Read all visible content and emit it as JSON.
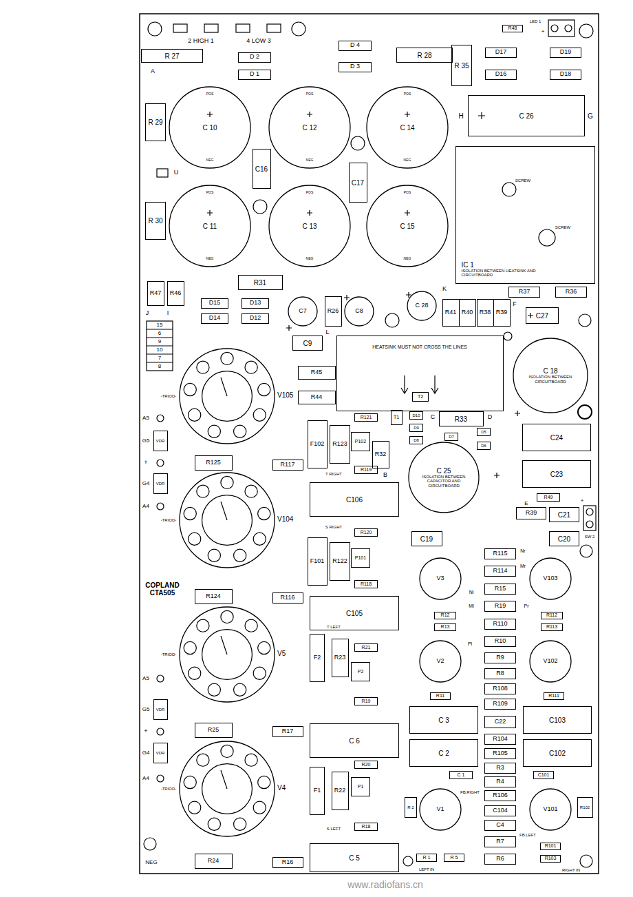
{
  "diagram": {
    "nodes": [
      {
        "text": [
          "R 27"
        ]
      },
      {
        "text": [
          "D 2"
        ]
      },
      {
        "text": [
          "D 1"
        ]
      },
      {
        "text": [
          "D 4"
        ]
      },
      {
        "text": [
          "D 3"
        ]
      },
      {
        "text": [
          "R 28"
        ]
      },
      {
        "text": [
          "R 35"
        ]
      },
      {
        "text": [
          "D17"
        ]
      },
      {
        "text": [
          "D19"
        ]
      },
      {
        "text": [
          "D16"
        ]
      },
      {
        "text": [
          "D18"
        ]
      },
      {
        "text": [
          "R48"
        ]
      },
      {
        "text": [
          "C 26"
        ]
      },
      {
        "text": [
          "C 10"
        ]
      },
      {
        "text": [
          "C 12"
        ]
      },
      {
        "text": [
          "C 14"
        ]
      },
      {
        "text": [
          "R 29"
        ]
      },
      {
        "text": [
          "C16"
        ]
      },
      {
        "text": [
          "C17"
        ]
      },
      {
        "text": [
          "C 11"
        ]
      },
      {
        "text": [
          "C 13"
        ]
      },
      {
        "text": [
          "C 15"
        ]
      },
      {
        "text": [
          "R 30"
        ]
      },
      {
        "text": [
          "IC 1",
          "ISOLATION BETWEEN HEATSINK AND CIRCUITBOARD"
        ]
      },
      {
        "text": [
          "R31"
        ]
      },
      {
        "text": [
          "R47"
        ]
      },
      {
        "text": [
          "R46"
        ]
      },
      {
        "text": [
          "D15"
        ]
      },
      {
        "text": [
          "D13"
        ]
      },
      {
        "text": [
          "D14"
        ]
      },
      {
        "text": [
          "D12"
        ]
      },
      {
        "text": [
          "C7"
        ]
      },
      {
        "text": [
          "R26"
        ]
      },
      {
        "text": [
          "C8"
        ]
      },
      {
        "text": [
          "C 28"
        ]
      },
      {
        "text": [
          "R41"
        ]
      },
      {
        "text": [
          "R40"
        ]
      },
      {
        "text": [
          "R38"
        ]
      },
      {
        "text": [
          "R39"
        ]
      },
      {
        "text": [
          "R37"
        ]
      },
      {
        "text": [
          "R36"
        ]
      },
      {
        "text": [
          "C27"
        ]
      },
      {
        "text": [
          "C9"
        ]
      },
      {
        "text": [
          "HEATSINK MUST NOT CROSS THE LINES"
        ]
      },
      {
        "text": [
          "T2"
        ],
        "in": 43
      },
      {
        "text": [
          "C 18",
          "ISOLATION BETWEEN CIRCUITBOARD"
        ]
      },
      {
        "text": [
          "V105"
        ]
      },
      {
        "text": [
          "R45"
        ]
      },
      {
        "text": [
          "R44"
        ]
      },
      {
        "text": [
          "R121"
        ]
      },
      {
        "text": [
          "T1"
        ]
      },
      {
        "text": [
          "D10"
        ]
      },
      {
        "text": [
          "D9"
        ]
      },
      {
        "text": [
          "D8"
        ]
      },
      {
        "text": [
          "D7"
        ]
      },
      {
        "text": [
          "D5"
        ]
      },
      {
        "text": [
          "D6"
        ]
      },
      {
        "text": [
          "R33"
        ]
      },
      {
        "text": [
          "C24"
        ]
      },
      {
        "text": [
          "VDR"
        ]
      },
      {
        "text": [
          "F102"
        ]
      },
      {
        "text": [
          "R123"
        ]
      },
      {
        "text": [
          "P102"
        ]
      },
      {
        "text": [
          "R32"
        ]
      },
      {
        "text": [
          "C 25",
          "ISOLATION BETWEEN CAPACITOR AND CIRCUITBOARD"
        ]
      },
      {
        "text": [
          "C23"
        ]
      },
      {
        "text": [
          "VDR"
        ]
      },
      {
        "text": [
          "R125"
        ]
      },
      {
        "text": [
          "R117"
        ]
      },
      {
        "text": [
          "V104"
        ]
      },
      {
        "text": [
          "R119"
        ]
      },
      {
        "text": [
          "C106"
        ]
      },
      {
        "text": [
          "R49"
        ]
      },
      {
        "text": [
          "R39"
        ]
      },
      {
        "text": [
          "C21"
        ]
      },
      {
        "text": [
          "C19"
        ]
      },
      {
        "text": [
          "C20"
        ]
      },
      {
        "text": [
          "R120"
        ]
      },
      {
        "text": [
          "F101"
        ]
      },
      {
        "text": [
          "R122"
        ]
      },
      {
        "text": [
          "P101"
        ]
      },
      {
        "text": [
          "R115"
        ]
      },
      {
        "text": [
          "R114"
        ]
      },
      {
        "text": [
          "R15"
        ]
      },
      {
        "text": [
          "R19"
        ]
      },
      {
        "text": [
          "R110"
        ]
      },
      {
        "text": [
          "R10"
        ]
      },
      {
        "text": [
          "R9"
        ]
      },
      {
        "text": [
          "R8"
        ]
      },
      {
        "text": [
          "R108"
        ]
      },
      {
        "text": [
          "R109"
        ]
      },
      {
        "text": [
          "V3"
        ]
      },
      {
        "text": [
          "V103"
        ]
      },
      {
        "text": [
          "R118"
        ]
      },
      {
        "text": [
          "R124"
        ]
      },
      {
        "text": [
          "R116"
        ]
      },
      {
        "text": [
          "C105"
        ]
      },
      {
        "text": [
          "R12"
        ]
      },
      {
        "text": [
          "R13"
        ]
      },
      {
        "text": [
          "R112"
        ]
      },
      {
        "text": [
          "R113"
        ]
      },
      {
        "text": [
          "V5"
        ]
      },
      {
        "text": [
          "F2"
        ]
      },
      {
        "text": [
          "R23"
        ]
      },
      {
        "text": [
          "P2"
        ]
      },
      {
        "text": [
          "R21"
        ]
      },
      {
        "text": [
          "V2"
        ]
      },
      {
        "text": [
          "V102"
        ]
      },
      {
        "text": [
          "R19"
        ]
      },
      {
        "text": [
          "R11"
        ]
      },
      {
        "text": [
          "R111"
        ]
      },
      {
        "text": [
          "C 3"
        ]
      },
      {
        "text": [
          "C103"
        ]
      },
      {
        "text": [
          "C22"
        ]
      },
      {
        "text": [
          "VDR"
        ]
      },
      {
        "text": [
          "R25"
        ]
      },
      {
        "text": [
          "R17"
        ]
      },
      {
        "text": [
          "C 6"
        ]
      },
      {
        "text": [
          "R104"
        ]
      },
      {
        "text": [
          "R105"
        ]
      },
      {
        "text": [
          "C 2"
        ]
      },
      {
        "text": [
          "C102"
        ]
      },
      {
        "text": [
          "VDR"
        ]
      },
      {
        "text": [
          "R3"
        ]
      },
      {
        "text": [
          "R4"
        ]
      },
      {
        "text": [
          "R106"
        ]
      },
      {
        "text": [
          "C104"
        ]
      },
      {
        "text": [
          "C4"
        ]
      },
      {
        "text": [
          "R7"
        ]
      },
      {
        "text": [
          "R6"
        ]
      },
      {
        "text": [
          "V4"
        ]
      },
      {
        "text": [
          "R20"
        ]
      },
      {
        "text": [
          "F1"
        ]
      },
      {
        "text": [
          "R22"
        ]
      },
      {
        "text": [
          "P1"
        ]
      },
      {
        "text": [
          "C 1"
        ]
      },
      {
        "text": [
          "V1"
        ]
      },
      {
        "text": [
          "R 2"
        ]
      },
      {
        "text": [
          "V101"
        ]
      },
      {
        "text": [
          "R102"
        ]
      },
      {
        "text": [
          "R 1"
        ]
      },
      {
        "text": [
          "R 5"
        ]
      },
      {
        "text": [
          "C 5"
        ]
      },
      {
        "text": [
          "R18"
        ]
      },
      {
        "text": [
          "R24"
        ]
      },
      {
        "text": [
          "R16"
        ]
      },
      {
        "text": [
          "R101"
        ]
      },
      {
        "text": [
          "R103"
        ]
      },
      {
        "text": [
          "C101"
        ]
      }
    ],
    "labels": [
      "2 HIGH 1",
      "4 LOW 3",
      "A",
      "LED 1",
      "+",
      "H",
      "G",
      "POS",
      "NEG",
      "POS",
      "NEG",
      "POS",
      "NEG",
      "U",
      "POS",
      "NEG",
      "POS",
      "NEG",
      "POS",
      "NEG",
      "SCREW",
      "SCREW",
      "K",
      "F",
      "J",
      "I",
      "15",
      "6",
      "9",
      "10",
      "7",
      "8",
      "L",
      "-TRIOD-",
      "C",
      "D",
      "A5",
      "G5",
      "+",
      "G4",
      "A4",
      "T RIGHT",
      "B",
      "E",
      "+",
      "SW 2",
      "-TRIOD-",
      "S RIGHT",
      "Nr",
      "Mr",
      "COPLAND CTA505",
      "Nl",
      "Ml",
      "Pr",
      "T LEFT",
      "Pl",
      "-TRIOD-",
      "A5",
      "G5",
      "+",
      "G4",
      "A4",
      "-TRIOD-",
      "FB.RIGHT",
      "S LEFT",
      "FB.LEFT",
      "NEG",
      "LEFT IN",
      "RIGHT IN",
      "www.radiofans.cn"
    ]
  }
}
